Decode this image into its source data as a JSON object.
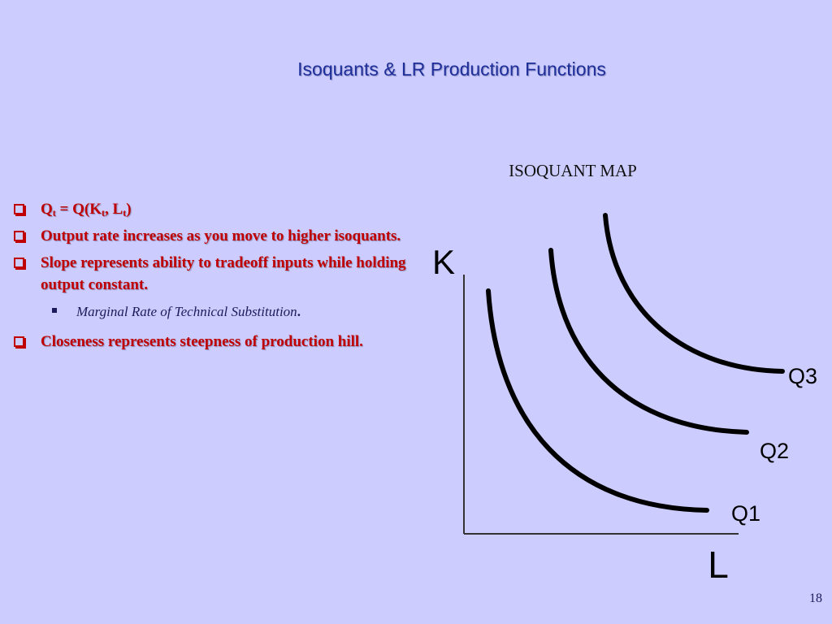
{
  "title": "Isoquants & LR Production Functions",
  "bullets": {
    "b1": {
      "q": "Q",
      "t1": "t",
      "eq": " = Q(K",
      "t2": "t",
      "comma": ", L",
      "t3": "t",
      "close": ")"
    },
    "b2": "Output rate increases as you move to higher isoquants.",
    "b3": "Slope represents ability to tradeoff inputs while holding output constant.",
    "sub": "Marginal Rate of Technical Substitution",
    "sub_end": ".",
    "b4": "Closeness represents steepness of production hill."
  },
  "diagram": {
    "heading": "ISOQUANT MAP",
    "y_axis_label": "K",
    "x_axis_label": "L",
    "curves": [
      "Q1",
      "Q2",
      "Q3"
    ]
  },
  "page_number": "18",
  "colors": {
    "background": "#ccccff",
    "title": "#1f2f9a",
    "bullet_text": "#c00000",
    "curve": "#000000"
  }
}
